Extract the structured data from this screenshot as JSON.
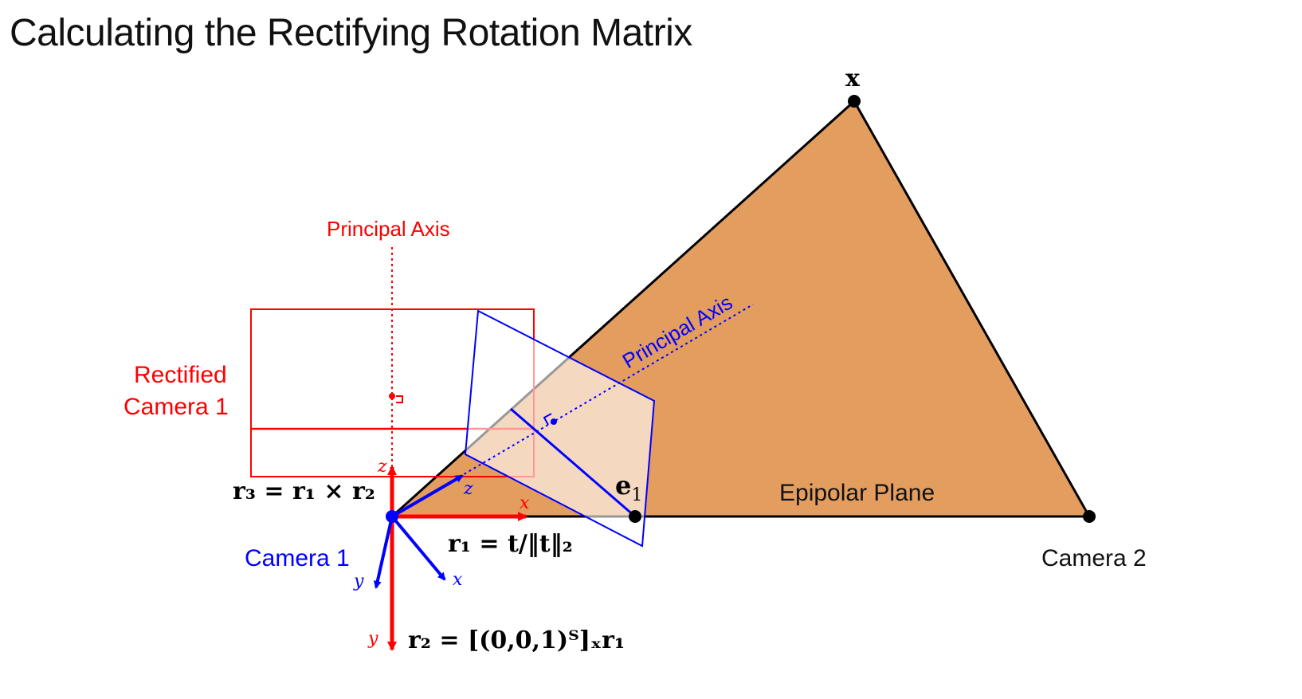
{
  "title": "Calculating the Rectifying Rotation Matrix",
  "colors": {
    "plane": "#e39d5f",
    "camera1": "#0000ff",
    "rectified": "#ff0000",
    "line": "#000000",
    "image_plane_fill": "#f9e6dc"
  },
  "points": {
    "X": "x",
    "e1": "e",
    "e1_sub": "1"
  },
  "labels": {
    "epipolar_plane": "Epipolar Plane",
    "camera2": "Camera 2",
    "camera1": "Camera 1",
    "rectified_line1": "Rectified",
    "rectified_line2": "Camera 1",
    "principal_axis_red": "Principal Axis",
    "principal_axis_blue": "Principal Axis"
  },
  "axes": {
    "blue": {
      "x": "x",
      "y": "y",
      "z": "z"
    },
    "red": {
      "x": "x",
      "y": "y",
      "z": "z"
    }
  },
  "equations": {
    "r1": "r₁ = t/‖t‖₂",
    "r2": "r₂ = [(0,0,1)ᵀ]ₓr₁",
    "r3": "r₃ = r₁ × r₂"
  }
}
